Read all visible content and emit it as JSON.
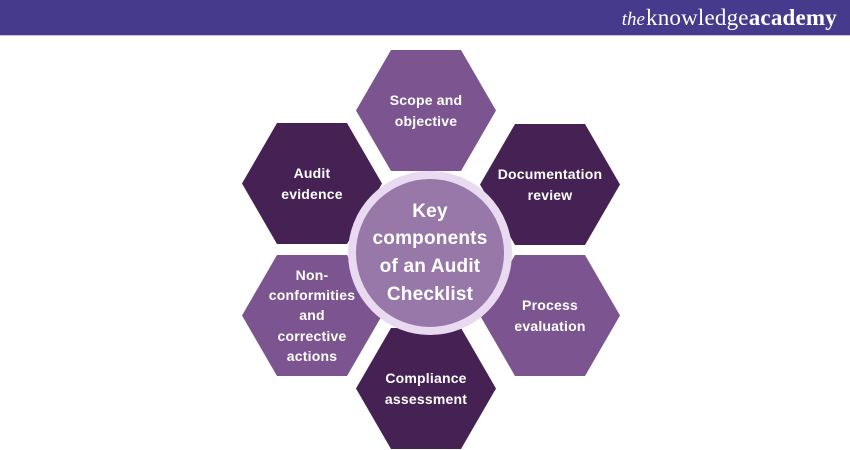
{
  "header": {
    "background": "#453A8C",
    "logo": {
      "the": "the",
      "knowledge": "knowledge",
      "academy": "academy"
    }
  },
  "diagram": {
    "title_circle": {
      "label": "Key\ncomponents\nof an Audit\nChecklist",
      "fill": "#9778A9",
      "ring": "#E9D9F1"
    },
    "text_color": "#FFFFFF",
    "palette": {
      "dark_purple": "#462254",
      "medium_purple": "#7C5590"
    },
    "hexagons": [
      {
        "id": "scope-and-objective",
        "label": "Scope and\nobjective",
        "color": "#7C5590"
      },
      {
        "id": "documentation-review",
        "label": "Documentation\nreview",
        "color": "#462254"
      },
      {
        "id": "process-evaluation",
        "label": "Process\nevaluation",
        "color": "#7C5590"
      },
      {
        "id": "compliance-assessment",
        "label": "Compliance\nassessment",
        "color": "#462254"
      },
      {
        "id": "non-conformities-and-corrective-actions",
        "label": "Non-\nconformities\nand\ncorrective\nactions",
        "color": "#7C5590"
      },
      {
        "id": "audit-evidence",
        "label": "Audit\nevidence",
        "color": "#462254"
      }
    ]
  }
}
